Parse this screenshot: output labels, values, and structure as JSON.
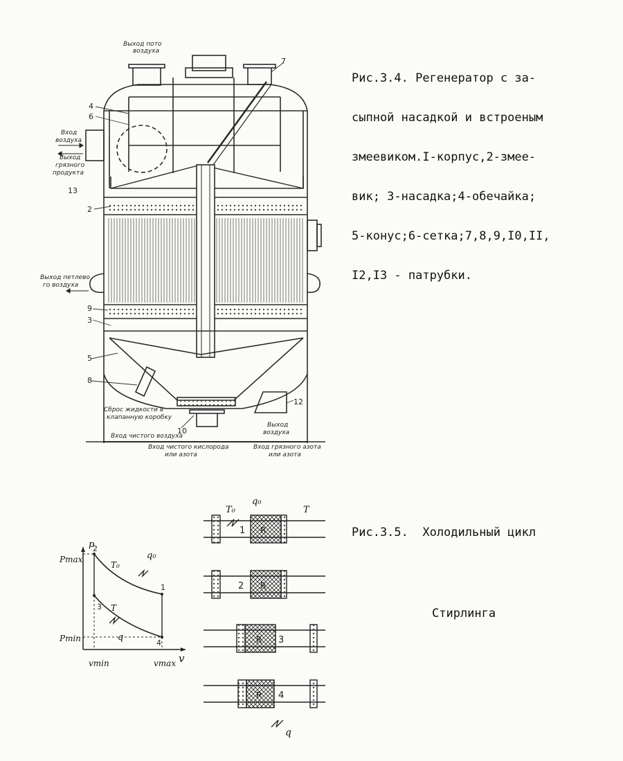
{
  "fig34": {
    "caption": [
      "Рис.3.4. Регенератор с за-",
      "сыпной насадкой и встроеным",
      "змеевиком.I-корпус,2-змее-",
      "вик; 3-насадка;4-обечайка;",
      "5-конус;6-сетка;7,8,9,I0,II,",
      "I2,I3 - патрубки."
    ],
    "labels": {
      "top_air_out": "Выход пото",
      "top_air_out2": "воздуха",
      "air_in": "Вход",
      "air_in2": "воздуха",
      "dirty_out": "Выход",
      "dirty_out2": "грязного",
      "dirty_out3": "продукта",
      "loop_out": "Выход петлево",
      "loop_out2": "го воздуха",
      "liquid_drop": "Сброс жидкости в",
      "liquid_drop2": "клапанную коробку",
      "clean_air_in": "Вход чистого воздуха",
      "clean_o2_in": "Вход чистого кислорода",
      "clean_o2_in2": "или азота",
      "air_out_right": "Выход",
      "air_out_right2": "воздуха",
      "bottom_right": "Вход грязного азота",
      "bottom_right2": "или азота"
    },
    "numbers": {
      "n4": "4",
      "n6": "6",
      "n13": "13",
      "n2": "2",
      "n9": "9",
      "n3": "3",
      "n5": "5",
      "n8": "8",
      "n10": "10",
      "n12": "12",
      "n7": "7"
    }
  },
  "fig35": {
    "caption_line1": "Рис.3.5.  Холодильный цикл",
    "caption_line2": "Стирлинга",
    "pv": {
      "p": "p",
      "v": "v",
      "pmax": "Pmax",
      "pmin": "Pmin",
      "vmin": "vmin",
      "vmax": "vmax",
      "T0": "T₀",
      "T": "T",
      "q0": "q₀",
      "q": "q",
      "pt1": "1",
      "pt2": "2",
      "pt3": "3",
      "pt4": "4"
    },
    "stages": {
      "T0": "T₀",
      "q0": "q₀",
      "T": "T",
      "q": "q",
      "s1": "1",
      "s2": "2",
      "s3": "3",
      "s4": "4",
      "R": "R"
    }
  }
}
